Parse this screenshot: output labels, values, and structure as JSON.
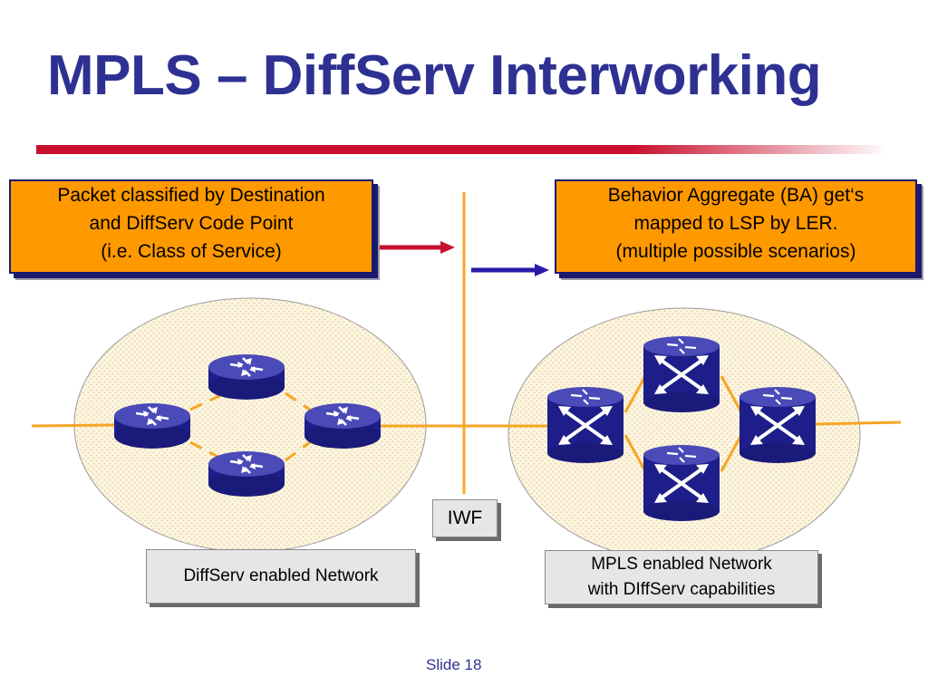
{
  "slide": {
    "title": "MPLS – DiffServ Interworking",
    "number_label": "Slide 18"
  },
  "callouts": {
    "left": {
      "lines": [
        "Packet classified by Destination",
        "and DiffServ Code Point",
        "(i.e. Class of Service)"
      ]
    },
    "right": {
      "lines": [
        "Behavior Aggregate (BA) get‘s",
        "mapped to LSP by LER.",
        "(multiple possible scenarios)"
      ]
    }
  },
  "labels": {
    "iwf": "IWF",
    "diffserv_network": "DiffServ enabled Network",
    "mpls_network": [
      "MPLS enabled Network",
      "with DIffServ capabilities"
    ]
  },
  "colors": {
    "title": "#2e3192",
    "accent_rule": "#c8102e",
    "callout_fill": "#ff9900",
    "link_orange": "#f5a623",
    "router_blue": "#2e2ea0",
    "arrow_red": "#c8102e",
    "arrow_blue": "#2a1aa8",
    "cloud_fill": "#fdf6e4"
  },
  "icons": {
    "diffserv_nodes": "router-icon",
    "mpls_nodes": "lsr-switch-icon"
  }
}
